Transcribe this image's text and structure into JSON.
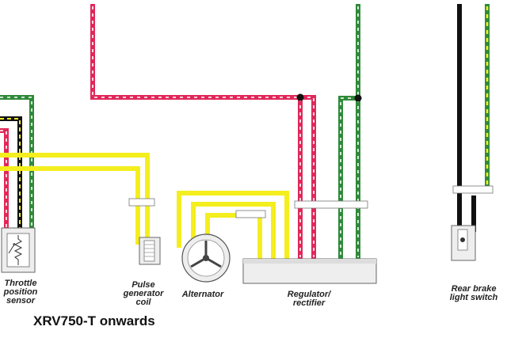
{
  "colors": {
    "red": "#e0285a",
    "green": "#2f8a3a",
    "yellow": "#f4ee1e",
    "black": "#111111",
    "component_fill": "#eeeeee"
  },
  "labels": {
    "throttle": [
      "Throttle",
      "position",
      "sensor"
    ],
    "pulse": [
      "Pulse",
      "generator",
      "coil"
    ],
    "alternator": [
      "Alternator"
    ],
    "regulator": [
      "Regulator/",
      "rectifier"
    ],
    "brake": [
      "Rear brake",
      "light switch"
    ]
  },
  "caption": "XRV750-T onwards"
}
